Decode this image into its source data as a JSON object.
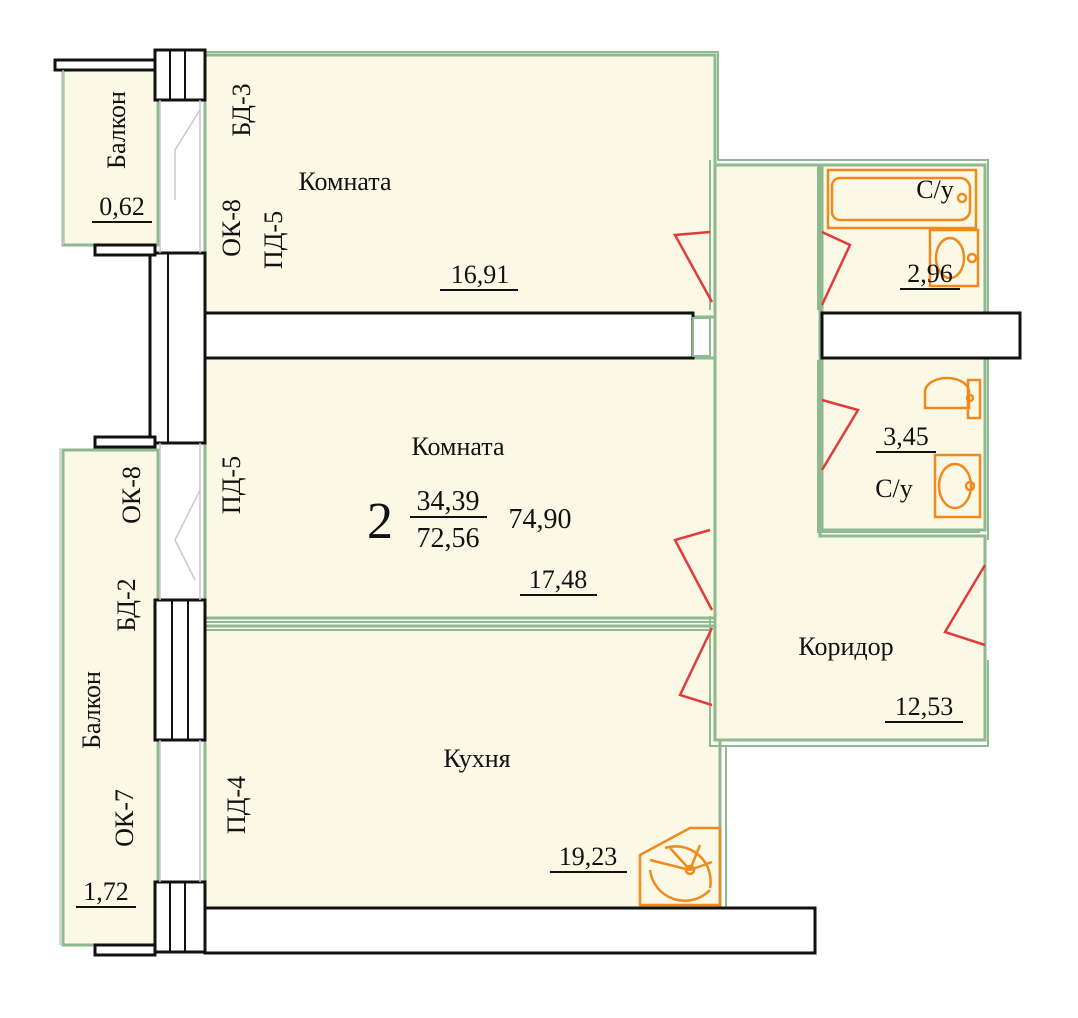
{
  "apartment": {
    "rooms_count": "2",
    "living_area": "34,39",
    "useful_area": "72,56",
    "total_area": "74,90"
  },
  "rooms": {
    "room1": {
      "name": "Комната",
      "area": "16,91"
    },
    "room2": {
      "name": "Комната",
      "area": "17,48"
    },
    "kitchen": {
      "name": "Кухня",
      "area": "19,23"
    },
    "corridor": {
      "name": "Коридор",
      "area": "12,53"
    },
    "bath1": {
      "name": "С/у",
      "area": "2,96"
    },
    "bath2": {
      "name": "С/у",
      "area": "3,45"
    },
    "balcony1": {
      "name": "Балкон",
      "area": "0,62"
    },
    "balcony2": {
      "name": "Балкон",
      "area": "1,72"
    }
  },
  "marks": {
    "bd3": "БД-3",
    "ok8_top": "ОК-8",
    "pd5_top": "ПД-5",
    "ok8_mid": "ОК-8",
    "pd5_mid": "ПД-5",
    "bd2": "БД-2",
    "ok7": "ОК-7",
    "pd4": "ПД-4"
  },
  "colors": {
    "floor_fill": "#fbf9e6",
    "wall_outline": "#8fb98f",
    "wall_dark": "#111111",
    "door_swing": "#e23b3b",
    "fixtures": "#f08a1c"
  }
}
